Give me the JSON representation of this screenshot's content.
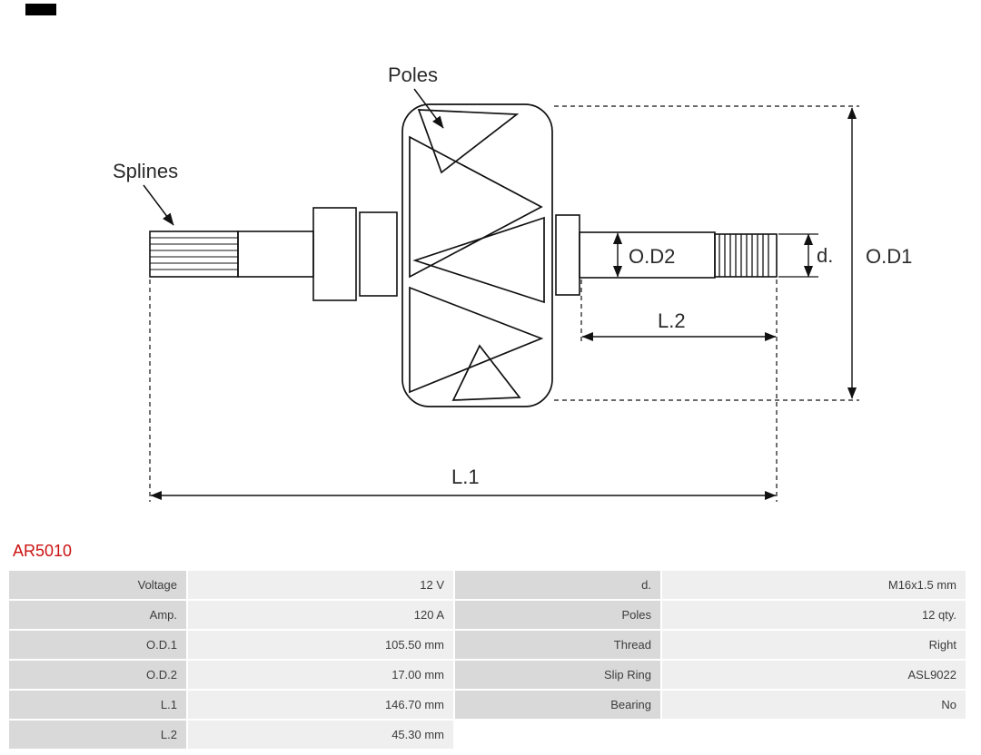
{
  "part_number": "AR5010",
  "diagram": {
    "labels": {
      "poles": "Poles",
      "splines": "Splines",
      "od2": "O.D2",
      "od1": "O.D1",
      "d": "d.",
      "l2": "L.2",
      "l1": "L.1"
    }
  },
  "specs": {
    "left": [
      {
        "label": "Voltage",
        "value": "12 V"
      },
      {
        "label": "Amp.",
        "value": "120 A"
      },
      {
        "label": "O.D.1",
        "value": "105.50 mm"
      },
      {
        "label": "O.D.2",
        "value": "17.00 mm"
      },
      {
        "label": "L.1",
        "value": "146.70 mm"
      },
      {
        "label": "L.2",
        "value": "45.30 mm"
      }
    ],
    "right": [
      {
        "label": "d.",
        "value": "M16x1.5 mm"
      },
      {
        "label": "Poles",
        "value": "12 qty."
      },
      {
        "label": "Thread",
        "value": "Right"
      },
      {
        "label": "Slip Ring",
        "value": "ASL9022"
      },
      {
        "label": "Bearing",
        "value": "No"
      }
    ]
  },
  "colors": {
    "accent_red": "#cc1111",
    "cell_label_bg": "#d9d9d9",
    "cell_value_bg": "#efefef",
    "line_color": "#111111"
  }
}
